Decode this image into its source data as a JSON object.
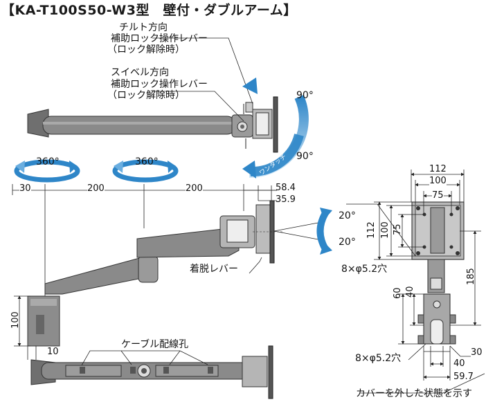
{
  "title": "【KA-T100S50-W3型　壁付・ダブルアーム】",
  "callouts": {
    "tilt_lever": [
      "チルト方向",
      "補助ロック操作レバー",
      "（ロック解除時）"
    ],
    "swivel_lever": [
      "スイベル方向",
      "補助ロック操作レバー",
      "（ロック解除時）"
    ],
    "detach_lever": "着脱レバー",
    "cable_hole": "ケーブル配線孔",
    "holes_top": "8×φ5.2穴",
    "holes_bottom": "8×φ5.2穴",
    "cover_note": "カバーを外した状態を示す"
  },
  "rotation": {
    "left": "360°",
    "middle": "360°",
    "tilt_up": "90°",
    "tilt_down": "90°",
    "swivel_up": "20°",
    "swivel_down": "20°",
    "arrow_text": "ワンタッチ"
  },
  "dimensions": {
    "d30_left": "30",
    "d200_a": "200",
    "d200_b": "200",
    "d58_4": "58.4",
    "d35_9": "35.9",
    "d100_height": "100",
    "d10": "10",
    "d112_top": "112",
    "d100_top": "100",
    "d75_top": "75",
    "d112_left": "112",
    "d100_left": "100",
    "d75_left": "75",
    "d185": "185",
    "d60": "60",
    "d40_v": "40",
    "d30_right": "30",
    "d40_bottom": "40",
    "d59_7": "59.7"
  },
  "colors": {
    "arm": "#7d7d7d",
    "arm_dark": "#555555",
    "arm_light": "#a8a8a8",
    "arrow": "#2e86c8",
    "line": "#222222"
  }
}
